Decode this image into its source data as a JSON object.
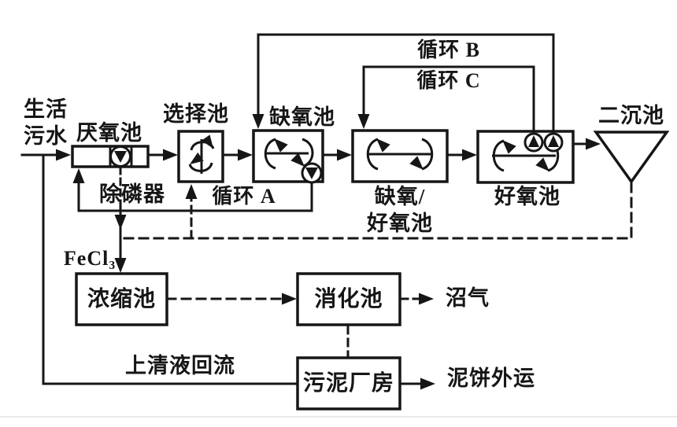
{
  "diagram": {
    "type": "process-flow",
    "subject": "wastewater-treatment-plant-flow-diagram",
    "colors": {
      "line": "#161616",
      "background": "#ffffff"
    },
    "labels": {
      "influent_l1": "生活",
      "influent_l2": "污水",
      "anaerobic_tank": "厌氧池",
      "phosphorus_remover": "除磷器",
      "selector_tank": "选择池",
      "anoxic_tank": "缺氧池",
      "loop_a": "循环 A",
      "loop_b": "循环 B",
      "loop_c": "循环 C",
      "anoxic_aerobic_l1": "缺氧/",
      "anoxic_aerobic_l2": "好氧池",
      "aerobic_tank": "好氧池",
      "secondary_clarifier": "二沉池",
      "fecl3": "FeCl₃",
      "thickener": "浓缩池",
      "digester": "消化池",
      "biogas": "沼气",
      "supernatant_return": "上清液回流",
      "sludge_house": "污泥厂房",
      "sludge_cake_out": "泥饼外运"
    }
  }
}
